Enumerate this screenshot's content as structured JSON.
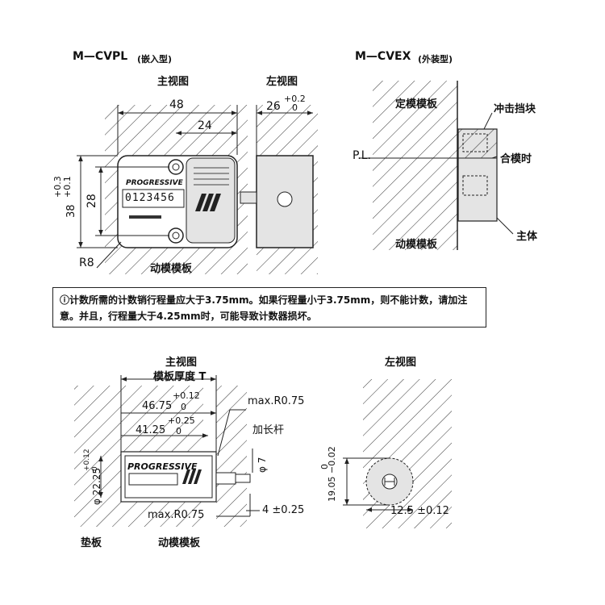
{
  "top_left": {
    "model": "M—CVPL",
    "type": "(嵌入型)",
    "front_view": "主视图",
    "side_view": "左视图",
    "dims": {
      "width": "48",
      "inner": "24",
      "height_outer": "38",
      "height_outer_tol": "+0.3\n+0.1",
      "height_inner": "28",
      "radius": "R8",
      "depth": "26",
      "depth_tol_plus": "+0.2",
      "depth_tol_zero": "0"
    },
    "counter_brand": "PROGRESSIVE",
    "counter_digits": "0123456",
    "plate_label": "动模模板"
  },
  "top_right": {
    "model": "M—CVEX",
    "type": "(外装型)",
    "fixed_plate": "定模模板",
    "stop_block": "冲击挡块",
    "parting_line": "P.L.",
    "closed": "合模时",
    "body": "主体",
    "moving_plate": "动模模板"
  },
  "notice": {
    "icon": "exclamation-circle-icon",
    "text": "计数所需的计数销行程量应大于3.75mm。如果行程量小于3.75mm，则不能计数，请加注意。并且，行程量大于4.25mm时，可能导致计数器损坏。"
  },
  "bottom_left": {
    "front_view": "主视图",
    "thickness": "模板厚度 T",
    "dim1": "46.75",
    "dim1_tol_plus": "+0.12",
    "dim1_tol_zero": "0",
    "dim2": "41.25",
    "dim2_tol_plus": "+0.25",
    "dim2_tol_zero": "0",
    "max_r_top": "max.R0.75",
    "max_r_bottom": "max.R0.75",
    "extension_rod": "加长杆",
    "phi7": "φ 7",
    "height": "φ 22.25",
    "height_tol": "+0.12\n0",
    "protrusion": "4 ±0.25",
    "counter_brand": "PROGRESSIVE",
    "backing_plate": "垫板",
    "moving_plate": "动模模板"
  },
  "bottom_right": {
    "side_view": "左视图",
    "dim_vertical": "19.05 −0.02",
    "dim_vertical_zero": "0",
    "dim_horizontal": "12.5 ±0.12"
  },
  "colors": {
    "line": "#222222",
    "body_fill": "#e4e4e4",
    "hatch": "#333333"
  }
}
